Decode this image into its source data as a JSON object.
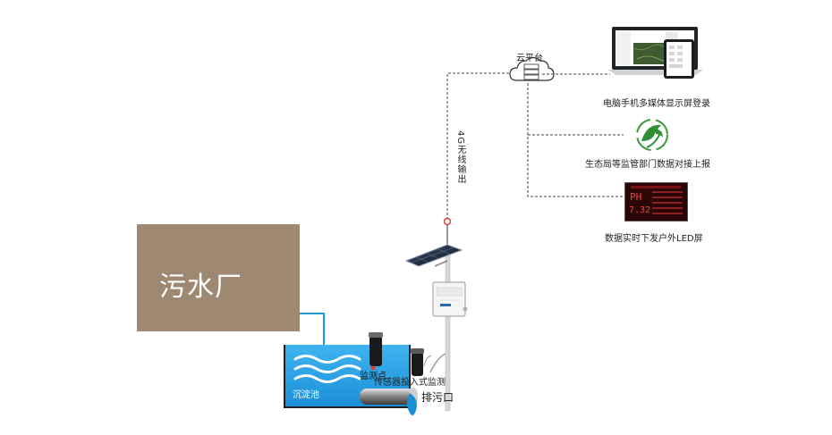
{
  "factory": {
    "label": "污水厂"
  },
  "tank": {
    "label": "沉淀池"
  },
  "labels": {
    "monitor_point": "监测点",
    "sensor": "传感器投入式监测",
    "outlet": "排污口",
    "transmission": "4G无线输出",
    "cloud": "云平台"
  },
  "outputs": [
    {
      "label": "电脑手机多媒体显示屏登录"
    },
    {
      "label": "生态局等监管部门数据对接上报"
    },
    {
      "label": "数据实时下发户外LED屏"
    }
  ],
  "led_screen": {
    "param_name": "PH",
    "param_value": "7.32"
  },
  "colors": {
    "factory": "#9e8872",
    "water": "#2aa5e8",
    "pipe_link": "#1e9bd0",
    "signal_node": "#e53935",
    "led_text": "#ff3b3b"
  }
}
